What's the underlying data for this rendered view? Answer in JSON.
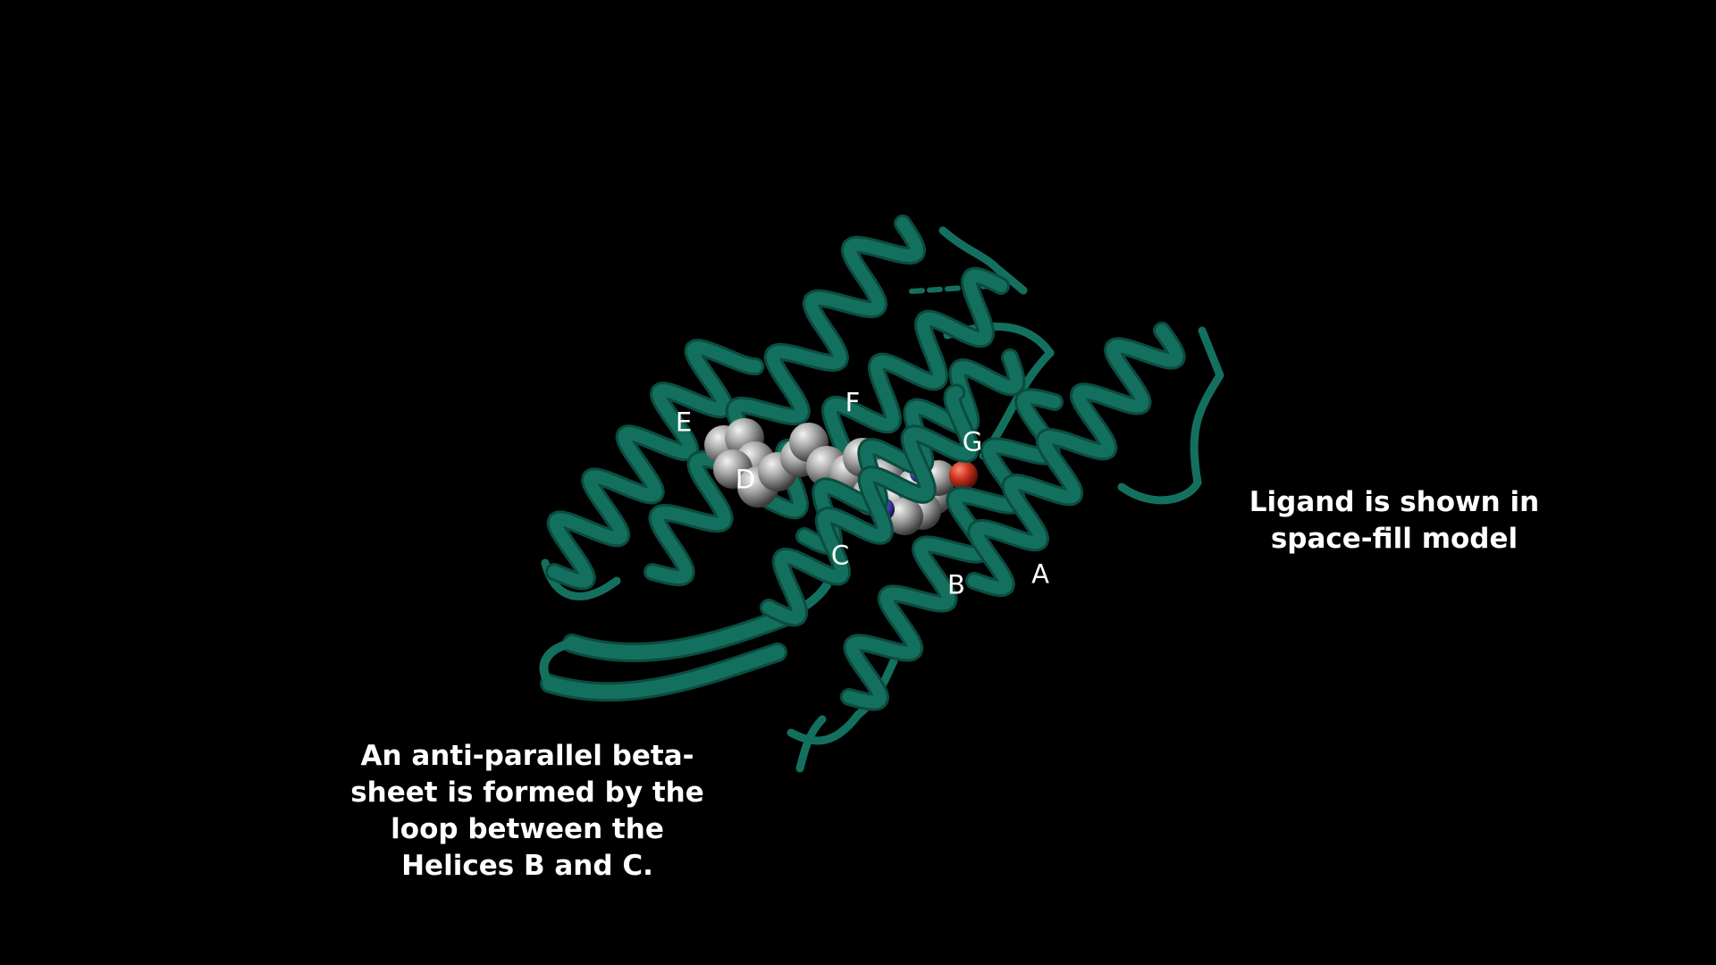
{
  "captions": {
    "ligand": "Ligand is shown in\nspace-fill model",
    "beta_sheet": "An anti-parallel beta-\nsheet is formed by the\nloop between the\nHelices B and C."
  },
  "helix_labels": {
    "A": "A",
    "B": "B",
    "C": "C",
    "D": "D",
    "E": "E",
    "F": "F",
    "G": "G"
  },
  "colors": {
    "background": "#000000",
    "ribbon": "#14705e",
    "ribbon_dark": "#0b4c40",
    "ligand_carbon": "#9a9a9a",
    "ligand_oxygen": "#c8321e",
    "ligand_nitrogen": "#4a4ab8",
    "text": "#ffffff"
  },
  "icons": {
    "protein": "protein-ribbon-model",
    "ligand": "space-fill-ligand-model"
  }
}
